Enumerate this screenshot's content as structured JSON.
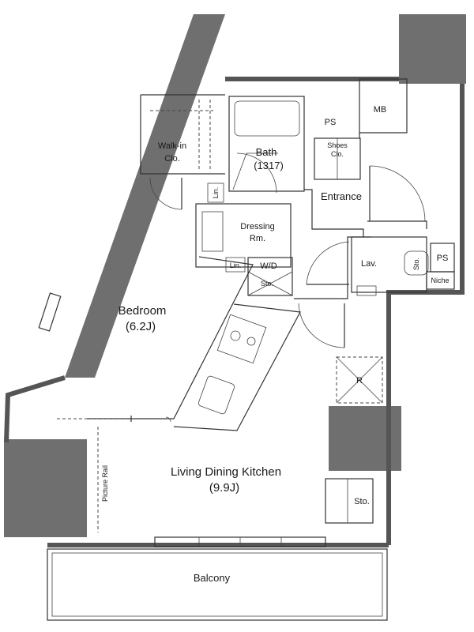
{
  "rooms": {
    "walkin": [
      "Walk-in",
      "Clo."
    ],
    "bath": [
      "Bath",
      "(1317)"
    ],
    "ps_top": "PS",
    "mb": "MB",
    "shoes": [
      "Shoes",
      "Clo."
    ],
    "entrance": "Entrance",
    "lin_upper": "Lin.",
    "lin_lower": "Lin.",
    "dressing": [
      "Dressing",
      "Rm."
    ],
    "wd": "W/D",
    "sto_wd": "Sto.",
    "lav": "Lav.",
    "sto_lav": "Sto.",
    "ps_right": "PS",
    "niche": "Niche",
    "bedroom": [
      "Bedroom",
      "(6.2J)"
    ],
    "r": "R",
    "ldk": [
      "Living Dining Kitchen",
      "(9.9J)"
    ],
    "picture_rail": "Picture Rail",
    "sto_right": "Sto.",
    "balcony": "Balcony"
  },
  "colors": {
    "wall": "#6f6f6f",
    "line": "#333333",
    "background": "#ffffff"
  }
}
